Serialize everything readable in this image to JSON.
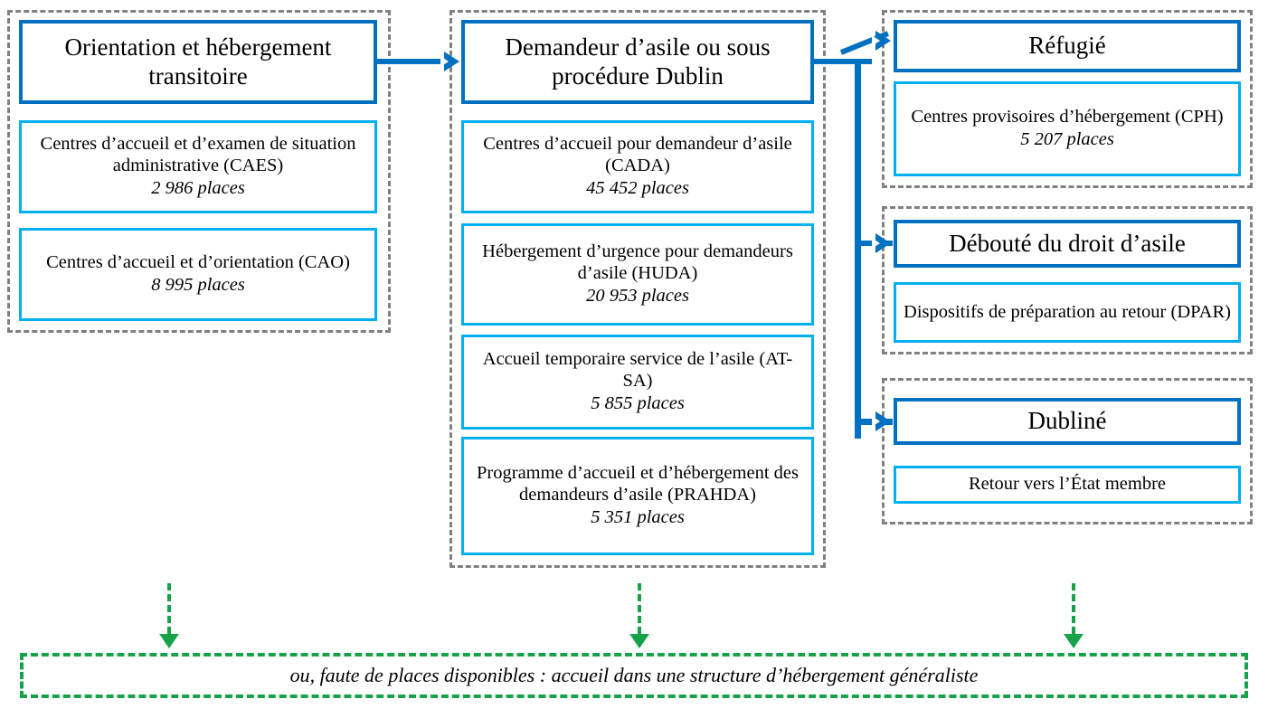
{
  "colors": {
    "header_border": "#0070C0",
    "sub_border": "#00B0F0",
    "group_border": "#808080",
    "green": "#17A24A",
    "text": "#000000"
  },
  "columns": [
    {
      "id": "orientation",
      "header": {
        "label": "Orientation et hébergement transitoire"
      },
      "items": [
        {
          "label": "Centres d’accueil et d’examen de situation administrative (CAES)",
          "places": "2 986 places"
        },
        {
          "label": "Centres d’accueil et d’orientation (CAO)",
          "places": "8 995 places"
        }
      ]
    },
    {
      "id": "demandeur",
      "header": {
        "label": "Demandeur d’asile ou sous procédure Dublin"
      },
      "items": [
        {
          "label": "Centres d’accueil pour demandeur d’asile (CADA)",
          "places": "45 452 places"
        },
        {
          "label": "Hébergement d’urgence pour demandeurs d’asile (HUDA)",
          "places": "20 953 places"
        },
        {
          "label": "Accueil temporaire service de l’asile (AT-SA)",
          "places": "5 855 places"
        },
        {
          "label": "Programme d’accueil et d’hébergement des demandeurs d’asile (PRAHDA)",
          "places": "5 351 places"
        }
      ]
    },
    {
      "id": "refugie",
      "header": {
        "label": "Réfugié"
      },
      "items": [
        {
          "label": "Centres provisoires d’hébergement (CPH)",
          "places": "5 207 places"
        }
      ]
    },
    {
      "id": "deboute",
      "header": {
        "label": "Débouté du droit d’asile"
      },
      "items": [
        {
          "label": "Dispositifs de préparation au retour (DPAR)",
          "places": ""
        }
      ]
    },
    {
      "id": "dubline",
      "header": {
        "label": "Dubliné"
      },
      "items": [
        {
          "label": "Retour vers l’État membre",
          "places": ""
        }
      ]
    }
  ],
  "footer": {
    "note": "ou, faute de places disponibles : accueil dans une structure d’hébergement généraliste"
  }
}
